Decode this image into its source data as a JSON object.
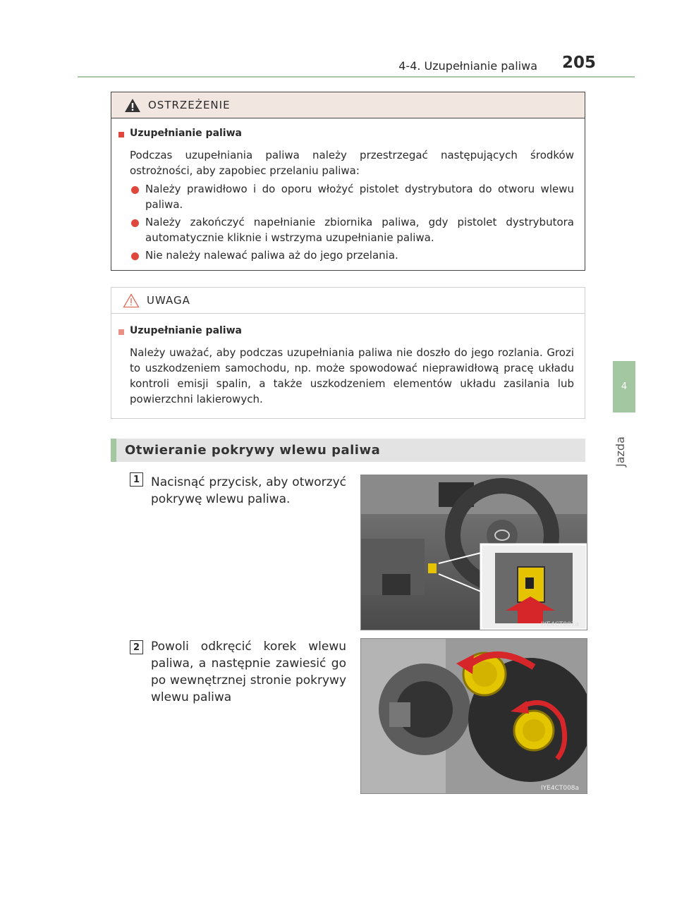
{
  "header": {
    "title": "4-4. Uzupełnianie paliwa",
    "page_number": "205"
  },
  "side_tab": {
    "number": "4",
    "label": "Jazda"
  },
  "warning": {
    "title": "OSTRZEŻENIE",
    "section_title": "Uzupełnianie paliwa",
    "intro": "Podczas uzupełniania paliwa należy przestrzegać następujących środków ostrożności, aby zapobiec przelaniu paliwa:",
    "bullets": [
      "Należy prawidłowo i do oporu włożyć pistolet dystrybutora do otworu wlewu paliwa.",
      "Należy zakończyć napełnianie zbiornika paliwa, gdy pistolet dystrybutora automatycznie kliknie i wstrzyma uzupełnianie paliwa.",
      "Nie należy nalewać paliwa aż do jego przelania."
    ]
  },
  "caution": {
    "title": "UWAGA",
    "section_title": "Uzupełnianie paliwa",
    "text": "Należy uważać, aby podczas uzupełniania paliwa nie doszło do jego rozlania. Grozi to uszkodzeniem samochodu, np. może spowodować nieprawidłową pracę układu kontroli emisji spalin, a także uszkodzeniem elementów układu zasilania lub powierzchni lakierowych."
  },
  "section": {
    "title": "Otwieranie pokrywy wlewu paliwa"
  },
  "steps": [
    {
      "number": "1",
      "text": "Nacisnąć przycisk, aby otworzyć pokrywę wlewu paliwa.",
      "image_code": "IYE4CT007a"
    },
    {
      "number": "2",
      "text": "Powoli odkręcić korek wlewu paliwa, a następnie zawiesić go po wewnętrznej stronie pokrywy wlewu paliwa",
      "image_code": "IYE4CT008a"
    }
  ],
  "colors": {
    "accent_green": "#a3c7a1",
    "warning_red": "#e0473c",
    "fuel_button_yellow": "#e6c300",
    "arrow_red": "#d7262a"
  }
}
